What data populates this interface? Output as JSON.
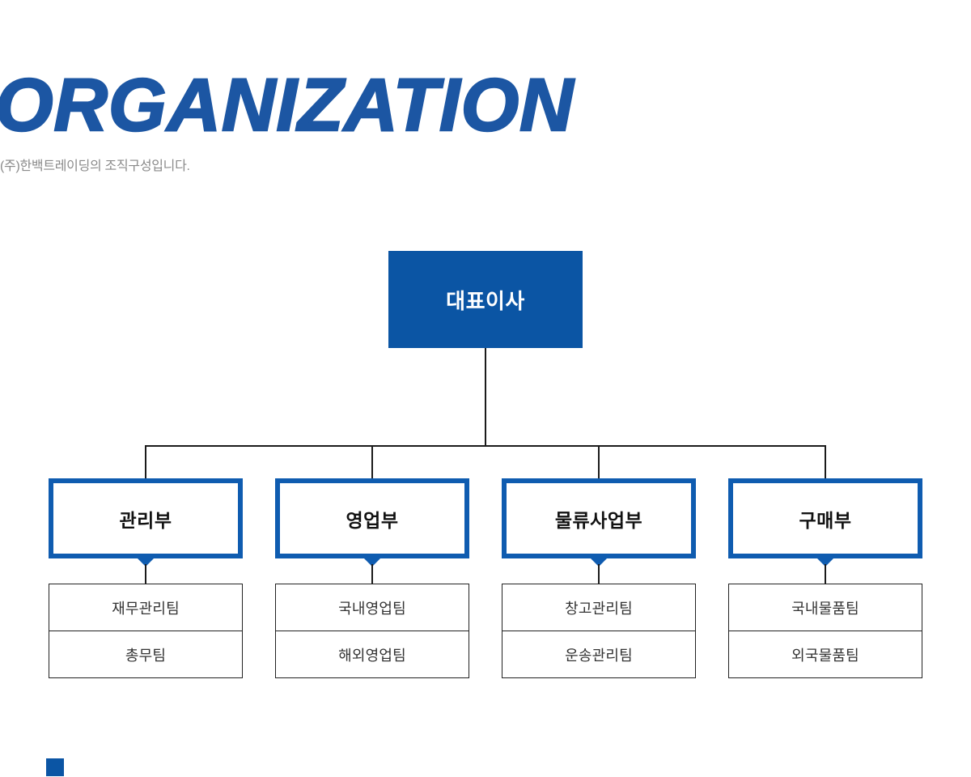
{
  "header": {
    "title": "ORGANIZATION",
    "subtitle": "(주)한백트레이딩의 조직구성입니다."
  },
  "org_chart": {
    "root": {
      "label": "대표이사"
    },
    "departments": [
      {
        "label": "관리부",
        "teams": [
          "재무관리팀",
          "총무팀"
        ]
      },
      {
        "label": "영업부",
        "teams": [
          "국내영업팀",
          "해외영업팀"
        ]
      },
      {
        "label": "물류사업부",
        "teams": [
          "창고관리팀",
          "운송관리팀"
        ]
      },
      {
        "label": "구매부",
        "teams": [
          "국내물품팀",
          "외국물품팀"
        ]
      }
    ]
  },
  "colors": {
    "title_blue": "#1c56a3",
    "node_fill_blue": "#0b55a4",
    "node_border_blue": "#0f5cb0",
    "connector_line": "#1b1b1b",
    "subtitle_gray": "#8a8a8a",
    "department_text": "#121212",
    "team_text": "#333333",
    "background": "#ffffff"
  }
}
